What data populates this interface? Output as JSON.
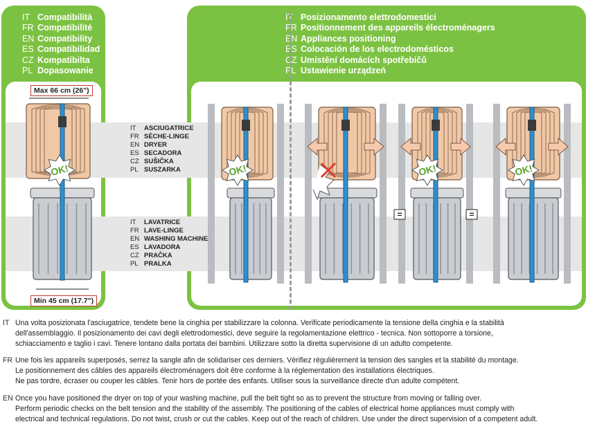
{
  "compatibility_header": [
    {
      "code": "IT",
      "text": "Compatibilità"
    },
    {
      "code": "FR",
      "text": "Compatibilité"
    },
    {
      "code": "EN",
      "text": "Compatibility"
    },
    {
      "code": "ES",
      "text": "Compatibilidad"
    },
    {
      "code": "CZ",
      "text": "Kompatibilta"
    },
    {
      "code": "PL",
      "text": "Dopasowanie"
    }
  ],
  "positioning_header": [
    {
      "code": "IT",
      "text": "Posizionamento elettrodomestici"
    },
    {
      "code": "FR",
      "text": "Positionnement des appareils électroménagers"
    },
    {
      "code": "EN",
      "text": "Appliances positioning"
    },
    {
      "code": "ES",
      "text": "Colocación de los electrodomésticos"
    },
    {
      "code": "CZ",
      "text": "Umístění domácích spotřebičů"
    },
    {
      "code": "PL",
      "text": "Ustawienie urządzeń"
    }
  ],
  "dryer_labels": [
    {
      "code": "IT",
      "text": "ASCIUGATRICE"
    },
    {
      "code": "FR",
      "text": "SÈCHE-LINGE"
    },
    {
      "code": "EN",
      "text": "DRYER"
    },
    {
      "code": "ES",
      "text": "SECADORA"
    },
    {
      "code": "CZ",
      "text": "SUŠIČKA"
    },
    {
      "code": "PL",
      "text": "SUSZARKA"
    }
  ],
  "washer_labels": [
    {
      "code": "IT",
      "text": "LAVATRICE"
    },
    {
      "code": "FR",
      "text": "LAVE-LINGE"
    },
    {
      "code": "EN",
      "text": "WASHING MACHINE"
    },
    {
      "code": "ES",
      "text": "LAVADORA"
    },
    {
      "code": "CZ",
      "text": "PRAČKA"
    },
    {
      "code": "PL",
      "text": "PRALKA"
    }
  ],
  "measurements": {
    "max_width": "Max 66 cm (26\")",
    "min_width": "Min 45 cm (17.7\")"
  },
  "badge": "OK!",
  "equal_sign": "=",
  "instructions": [
    {
      "code": "IT",
      "lines": [
        "Una volta posizionata l'asciugatrice, tendete bene la cinghia per stabilizzare la colonna. Verificate periodicamente la tensione della cinghia e la stabilità",
        "dell'assemblaggio. Il posizionamento dei cavi degli elettrodomestici, deve seguire la regolamentazione elettrico - tecnica. Non sottoporre a torsione,",
        "schiacciamento e taglio i cavi. Tenere lontano dalla portata dei bambini. Utilizzare sotto la diretta supervisione di un adulto competente."
      ]
    },
    {
      "code": "FR",
      "lines": [
        "Une fois les appareils superposés, serrez la sangle afin de solidariser ces derniers. Vérifiez régulièrement la tension des sangles et la stabilité du montage.",
        "Le positionnement des câbles des appareils électroménagers doit être conforme à la réglementation des installations électriques.",
        "Ne pas tordre, écraser ou couper les câbles. Tenir hors de portée des enfants. Utiliser sous la surveillance directe d'un adulte compétent."
      ]
    },
    {
      "code": "EN",
      "lines": [
        "Once you have positioned the dryer on top of your washing machine, pull the belt tight so as to prevent the structure from moving or falling over.",
        "Perform periodic checks on the belt tension and the stability of the assembly. The positioning of the cables of electrical home appliances must comply with",
        "electrical and technical regulations. Do not twist, crush or cut the cables. Keep out of the reach of children. Use under the direct supervision of a competent adult."
      ]
    }
  ],
  "colors": {
    "panel_green": "#7cc242",
    "dryer_peach": "#f1c8a6",
    "washer_gray": "#c9cdd2",
    "belt_blue": "#2f8fd0",
    "warning_red": "#e03a2f",
    "arrow_peach": "#f6c9ad"
  }
}
